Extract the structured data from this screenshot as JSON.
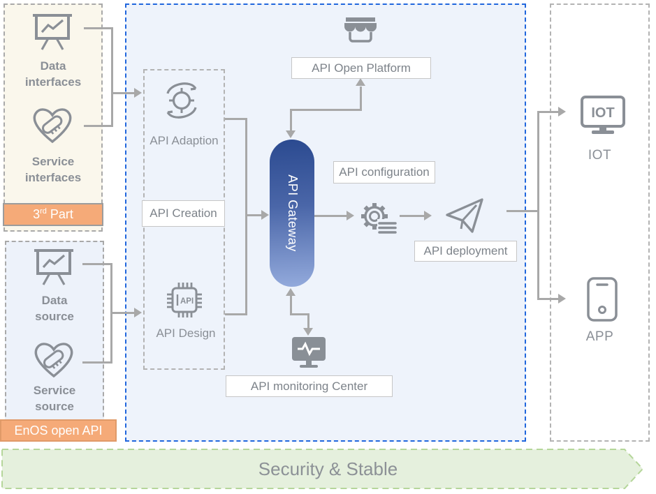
{
  "colors": {
    "center_border_blue": "#2066dd",
    "center_bg": "#eef3fb",
    "left_top_bg": "#faf7ec",
    "left_bottom_bg": "#edf2fa",
    "orange_banner_bg": "#f5aa78",
    "gateway_gradient_top": "#2b4a90",
    "gateway_gradient_bottom": "#93aadc",
    "connector_gray": "#a8a8a8",
    "icon_gray": "#8a8f96",
    "green_banner_bg": "#e5f0dd",
    "green_banner_border": "#b5d69a"
  },
  "left_top_panel": {
    "data_label": "Data\ninterfaces",
    "service_label": "Service\ninterfaces",
    "banner_prefix": "3",
    "banner_sup": "rd",
    "banner_suffix": " Part"
  },
  "left_bottom_panel": {
    "data_label": "Data\nsource",
    "service_label": "Service\nsource",
    "banner": "EnOS open API"
  },
  "platform": {
    "adaption": "API Adaption",
    "creation": "API Creation",
    "design": "API Design",
    "chip_text": "API",
    "gateway": "API Gateway",
    "open_platform": "API Open Platform",
    "configuration": "API configuration",
    "deployment": "API deployment",
    "monitoring": "API monitoring Center"
  },
  "consumers": {
    "iot_screen_text": "IOT",
    "iot_label": "IOT",
    "app_label": "APP"
  },
  "footer": {
    "label": "Security & Stable"
  }
}
